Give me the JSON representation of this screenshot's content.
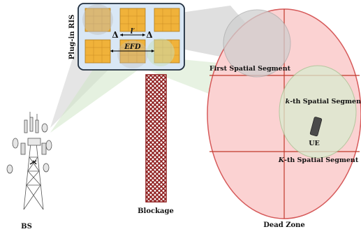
{
  "labels": {
    "plugin_ris": "Plug-in RIS",
    "delta_left": "Δ",
    "l_prime": "l′",
    "delta_right": "Δ",
    "efd": "EFD",
    "blockage": "Blockage",
    "bs": "BS",
    "first_segment": "First Spatial Segment",
    "kth_segment_k": "k",
    "kth_segment_rest": "-th Spatial Segment",
    "Kth_segment_K": "K",
    "Kth_segment_rest": "-th Spatial Segment",
    "ue": "UE",
    "dead_zone": "Dead Zone"
  },
  "colors": {
    "ris_panel": "#d9e7f5",
    "ris_element": "#f0b23a",
    "dead_zone_fill": "#fbd2d2",
    "dead_zone_stroke": "#d65a5a",
    "blockage": "#8e1c1c",
    "beam_gray": "#cfcfcf",
    "beam_green": "#cfe6c6"
  }
}
